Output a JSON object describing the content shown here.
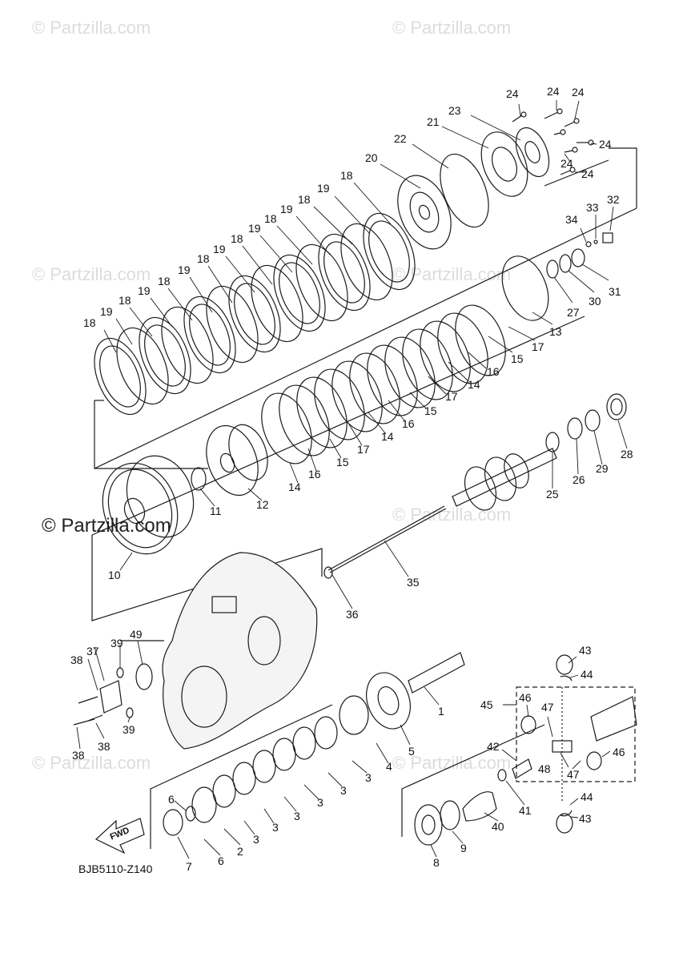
{
  "watermark": {
    "text": "© Partzilla.com"
  },
  "diagram_code": "BJB5110-Z140",
  "fwd_label": "FWD",
  "colors": {
    "line": "#1a1a1a",
    "watermark": "#dcdcdc",
    "fill": "#f4f4f4"
  },
  "callouts": {
    "c1": "1",
    "c2": "2",
    "c3": "3",
    "c4": "4",
    "c5": "5",
    "c6": "6",
    "c7": "7",
    "c8": "8",
    "c9": "9",
    "c10": "10",
    "c11": "11",
    "c12": "12",
    "c13": "13",
    "c14": "14",
    "c15": "15",
    "c16": "16",
    "c17": "17",
    "c18": "18",
    "c19": "19",
    "c20": "20",
    "c21": "21",
    "c22": "22",
    "c23": "23",
    "c24": "24",
    "c25": "25",
    "c26": "26",
    "c27": "27",
    "c28": "28",
    "c29": "29",
    "c30": "30",
    "c31": "31",
    "c32": "32",
    "c33": "33",
    "c34": "34",
    "c35": "35",
    "c36": "36",
    "c37": "37",
    "c38": "38",
    "c39": "39",
    "c40": "40",
    "c41": "41",
    "c42": "42",
    "c43": "43",
    "c44": "44",
    "c45": "45",
    "c46": "46",
    "c47": "47",
    "c48": "48",
    "c49": "49"
  }
}
